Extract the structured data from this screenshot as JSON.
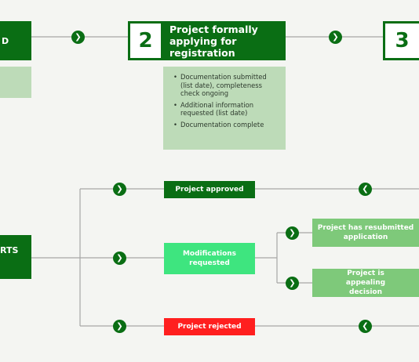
{
  "top_row": {
    "left_box_partial": "D",
    "step2": {
      "number": "2",
      "title": "Project formally applying for registration"
    },
    "step3": {
      "number": "3"
    }
  },
  "step2_details": [
    "Documentation submitted (list date), completeness check ongoing",
    "Additional information requested (list date)",
    "Documentation complete"
  ],
  "bottom": {
    "left_box_partial": "RTS",
    "outcomes": {
      "approved": "Project approved",
      "modifications": "Modifications requested",
      "resubmitted": "Project has resubmitted application",
      "appealing": "Project is appealing decision",
      "rejected": "Project rejected"
    }
  },
  "icons": {
    "forward": "chevron-right-icon",
    "back": "chevron-left-icon"
  },
  "colors": {
    "dark_green": "#0a6e14",
    "light_green": "#bddbb8",
    "bright_green": "#3ee57f",
    "mid_green": "#7ec97a",
    "red": "#ff1f1f",
    "connector": "#9a9a9a"
  }
}
